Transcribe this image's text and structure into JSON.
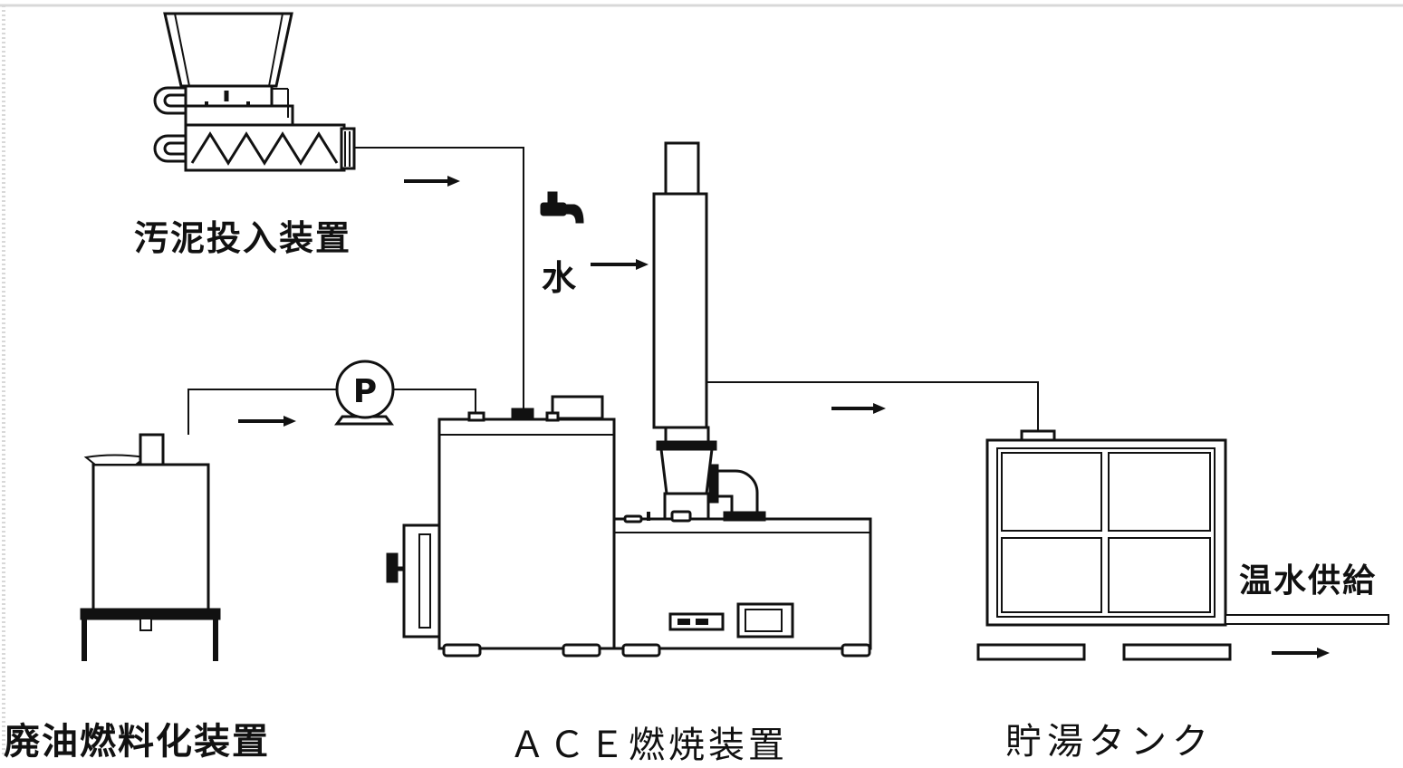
{
  "labels": {
    "sludge_feeder": "汚泥投入装置",
    "water": "水",
    "waste_oil_fuel_unit": "廃油燃料化装置",
    "ace_combustor": "ＡＣＥ燃焼装置",
    "hot_water_tank": "貯湯タンク",
    "hot_water_supply": "温水供給",
    "pump": "P"
  },
  "colors": {
    "line": "#111111",
    "background": "#ffffff",
    "frame": "#d8d8d8"
  },
  "icons": {
    "arrows": "right-arrow-icon",
    "faucet": "water-faucet-icon",
    "pump": "pump-icon"
  }
}
